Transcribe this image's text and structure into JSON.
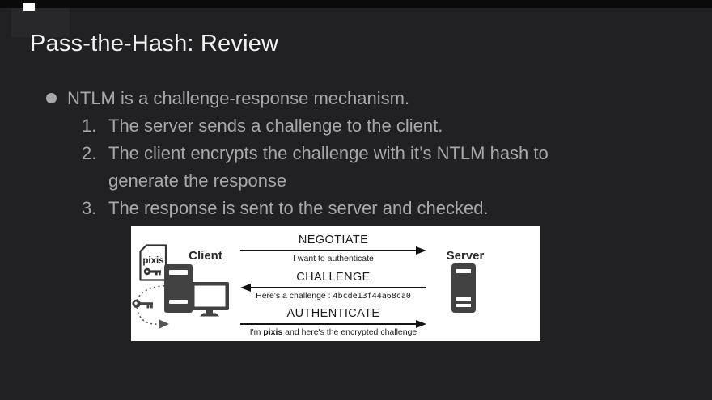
{
  "slide": {
    "title": "Pass-the-Hash: Review",
    "bullet": {
      "text": "NTLM is a challenge-response mechanism."
    },
    "steps": [
      {
        "num": "1.",
        "text": "The server sends a challenge to the client."
      },
      {
        "num": "2.",
        "text": "The client encrypts the challenge with it’s NTLM hash to generate the response"
      },
      {
        "num": "3.",
        "text": "The response is sent to the server and checked."
      }
    ]
  },
  "diagram": {
    "pixis_label": "pixis",
    "client_label": "Client",
    "server_label": "Server",
    "messages": [
      {
        "title": "NEGOTIATE",
        "subtitle": "I want to authenticate"
      },
      {
        "title": "CHALLENGE",
        "subtitle_prefix": "Here's a challenge : ",
        "challenge_value": "4bcde13f44a68ca0"
      },
      {
        "title": "AUTHENTICATE",
        "subtitle_prefix": "I'm ",
        "subtitle_user": "pixis",
        "subtitle_suffix": " and here's the encrypted challenge"
      }
    ],
    "icons": {
      "document": "document-key-icon",
      "key": "key-icon",
      "flow": "dotted-arrow-icon",
      "client": "desktop-computer-icon",
      "server": "server-icon"
    }
  },
  "colors": {
    "background": "#212124",
    "top_bar": "#0a0a0a",
    "title_text": "#f2f2f2",
    "body_text": "#a8a8aa",
    "diagram_bg": "#ffffff",
    "diagram_ink": "#1a1a1a",
    "icon_fill": "#424242"
  }
}
